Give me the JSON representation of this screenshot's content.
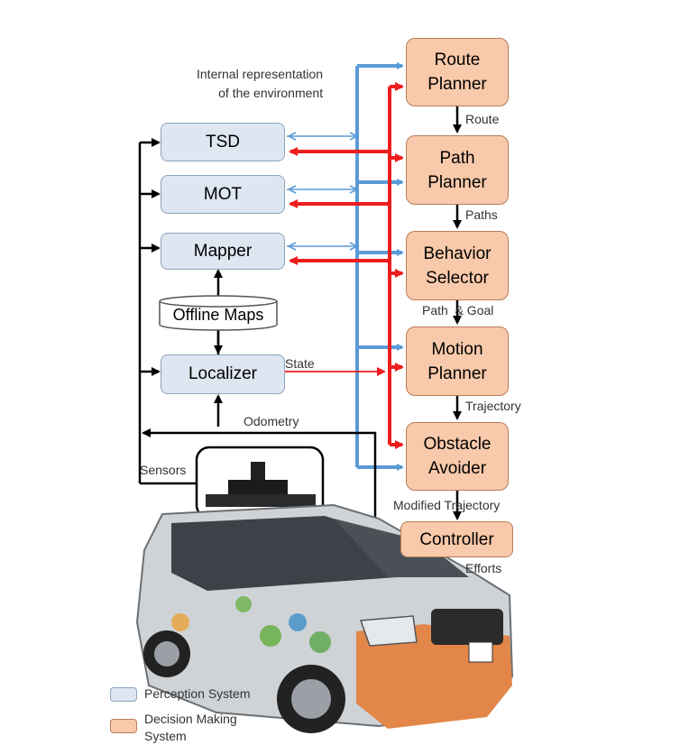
{
  "annotation": {
    "internal_representation": "Internal representation\nof the environment"
  },
  "perception": {
    "tsd": "TSD",
    "mot": "MOT",
    "mapper": "Mapper",
    "offline_maps": "Offline Maps",
    "localizer": "Localizer"
  },
  "decision": {
    "route_planner": "Route\nPlanner",
    "path_planner": "Path\nPlanner",
    "behavior_selector": "Behavior\nSelector",
    "motion_planner": "Motion\nPlanner",
    "obstacle_avoider": "Obstacle\nAvoider",
    "controller": "Controller"
  },
  "edge_labels": {
    "route": "Route",
    "paths": "Paths",
    "path_goal": "Path  & Goal",
    "trajectory": "Trajectory",
    "modified_trajectory": "Modified Trajectory",
    "efforts": "Efforts",
    "state": "State",
    "odometry": "Odometry",
    "sensors": "Sensors"
  },
  "legend": [
    {
      "label": "Perception System",
      "color": "#dde6f1"
    },
    {
      "label": "Decision Making\nSystem",
      "color": "#f8c9aa"
    }
  ],
  "colors": {
    "blue_wire": "#5b9bd5",
    "red_wire": "#ee1c1c",
    "black_wire": "#000000"
  }
}
